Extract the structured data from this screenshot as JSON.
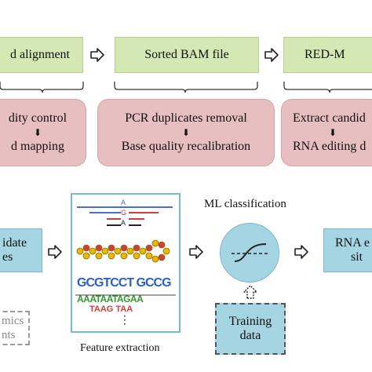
{
  "top_row": {
    "box1": "d alignment",
    "box2": "Sorted BAM file",
    "box3": "RED-M"
  },
  "middle_row": {
    "box1_line1": "dity control",
    "box1_line2": "d mapping",
    "box2_line1": "PCR duplicates removal",
    "box2_line2": "Base quality recalibration",
    "box3_line1": "Extract candid",
    "box3_line2": "RNA editing d",
    "down_arrow": "⬇"
  },
  "bottom_row": {
    "candidate_line1": "idate",
    "candidate_line2": "es",
    "omics_line1": "mics",
    "omics_line2": "nts",
    "feature_extraction_label": "Feature extraction",
    "ml_label": "ML classification",
    "training_line1": "Training",
    "training_line2": "data",
    "rna_line1": "RNA e",
    "rna_line2": "sit",
    "ellipsis": "⋮"
  },
  "feature_panel": {
    "alignment_letters": [
      "A",
      "G",
      "A"
    ],
    "logo_row1": "GCGTCCT GCCG",
    "logo_row2": "AAATAATAGAA",
    "logo_row3": "TAAG TAA"
  },
  "colors": {
    "green_box": "#d4e8b4",
    "pink_box": "#e7bfc1",
    "blue_box": "#a5d5e2",
    "line_blue": "#4a6fd0",
    "line_red": "#d23c3c"
  }
}
